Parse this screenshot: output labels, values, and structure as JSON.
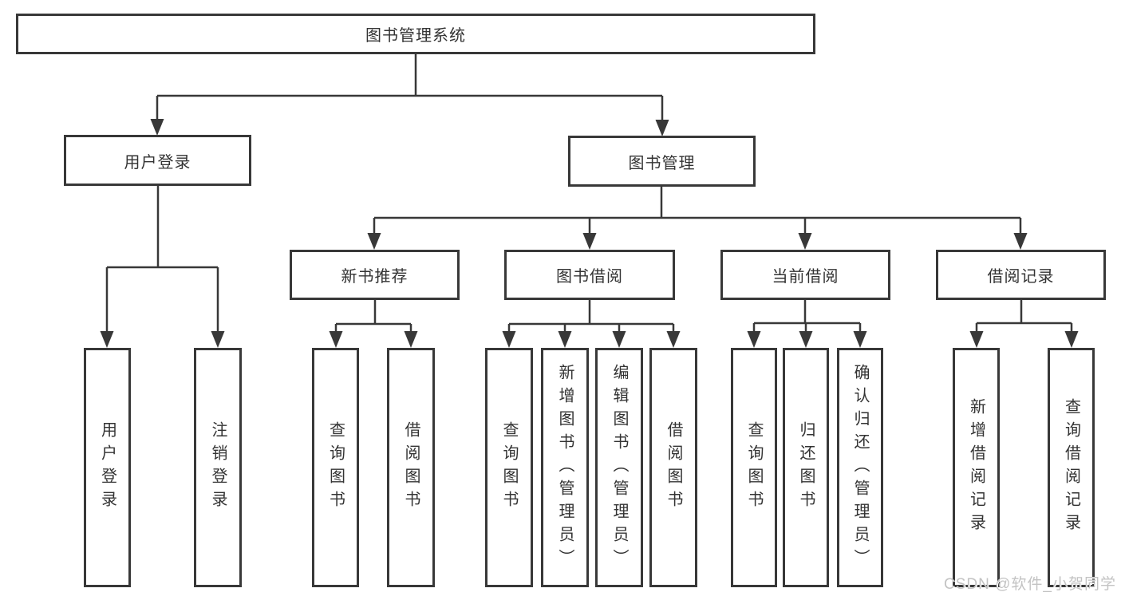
{
  "diagram": {
    "title": "图书管理系统",
    "level1": [
      {
        "label": "用户登录",
        "parent": "图书管理系统"
      },
      {
        "label": "图书管理",
        "parent": "图书管理系统"
      }
    ],
    "level2": [
      {
        "label": "新书推荐",
        "parent": "图书管理"
      },
      {
        "label": "图书借阅",
        "parent": "图书管理"
      },
      {
        "label": "当前借阅",
        "parent": "图书管理"
      },
      {
        "label": "借阅记录",
        "parent": "图书管理"
      }
    ],
    "leaves": [
      {
        "label": "用户登录",
        "parent": "用户登录"
      },
      {
        "label": "注销登录",
        "parent": "用户登录"
      },
      {
        "label": "查询图书",
        "parent": "新书推荐"
      },
      {
        "label": "借阅图书",
        "parent": "新书推荐"
      },
      {
        "label": "查询图书",
        "parent": "图书借阅"
      },
      {
        "label": "新增图书（管理员）",
        "parent": "图书借阅"
      },
      {
        "label": "编辑图书（管理员）",
        "parent": "图书借阅"
      },
      {
        "label": "借阅图书",
        "parent": "图书借阅"
      },
      {
        "label": "查询图书",
        "parent": "当前借阅"
      },
      {
        "label": "归还图书",
        "parent": "当前借阅"
      },
      {
        "label": "确认归还（管理员）",
        "parent": "当前借阅"
      },
      {
        "label": "新增借阅记录",
        "parent": "借阅记录"
      },
      {
        "label": "查询借阅记录",
        "parent": "借阅记录"
      }
    ],
    "colors": {
      "box_border": "#383838",
      "line": "#383838",
      "text": "#333333",
      "background": "#ffffff",
      "watermark": "#c3c3c3"
    }
  },
  "watermark": {
    "text": "CSDN @软件_小贺同学"
  }
}
